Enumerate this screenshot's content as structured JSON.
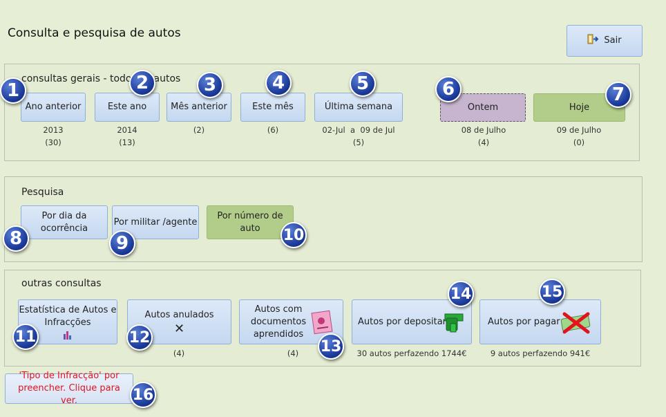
{
  "page": {
    "title": "Consulta e pesquisa de autos"
  },
  "exit_button": {
    "label": "Sair"
  },
  "section_general": {
    "title": "consultas gerais - todos os autos",
    "buttons": [
      {
        "label": "Ano anterior",
        "info1": "2013",
        "info2": "(30)"
      },
      {
        "label": "Este ano",
        "info1": "2014",
        "info2": "(13)"
      },
      {
        "label": "Mês anterior",
        "info1": "(2)",
        "info2": ""
      },
      {
        "label": "Este mês",
        "info1": "(6)",
        "info2": ""
      },
      {
        "label": "Última semana",
        "info1": "02-Jul  a  09 de Jul",
        "info2": "(5)"
      },
      {
        "label": "Ontem",
        "info1": "08 de Julho",
        "info2": "(4)"
      },
      {
        "label": "Hoje",
        "info1": "09 de Julho",
        "info2": "(0)"
      }
    ]
  },
  "section_search": {
    "title": "Pesquisa",
    "buttons": [
      {
        "label": "Por dia da ocorrência"
      },
      {
        "label": "Por militar /agente"
      },
      {
        "label": "Por número de auto"
      }
    ]
  },
  "section_other": {
    "title": "outras consultas",
    "buttons": [
      {
        "label": "Estatística de Autos e Infracções",
        "info": ""
      },
      {
        "label": "Autos anulados",
        "info": "(4)"
      },
      {
        "label": "Autos com documentos aprendidos",
        "info": "(4)"
      },
      {
        "label": "Autos por depositar",
        "info": "30 autos perfazendo 1744€"
      },
      {
        "label": "Autos por pagar",
        "info": "9 autos perfazendo 941€"
      }
    ]
  },
  "pending_button": {
    "label": "'Tipo de Infracção' por preencher. Clique para ver."
  },
  "badges": [
    "1",
    "2",
    "3",
    "4",
    "5",
    "6",
    "7",
    "8",
    "9",
    "10",
    "11",
    "12",
    "13",
    "14",
    "15",
    "16"
  ],
  "colors": {
    "background": "#e6eed5",
    "button_blue": "#c5d8f0",
    "button_green": "#b2cd8a",
    "button_purple": "#c7b5cf",
    "alert_red": "#e0141e",
    "badge_blue": "#1b3a9a"
  },
  "icons": {
    "exit": "door-exit-icon",
    "stats": "bar-chart-icon",
    "cancelled": "x-mark-icon",
    "documents": "document-seized-icon",
    "deposit": "money-green-icon",
    "unpaid": "money-crossed-icon"
  }
}
